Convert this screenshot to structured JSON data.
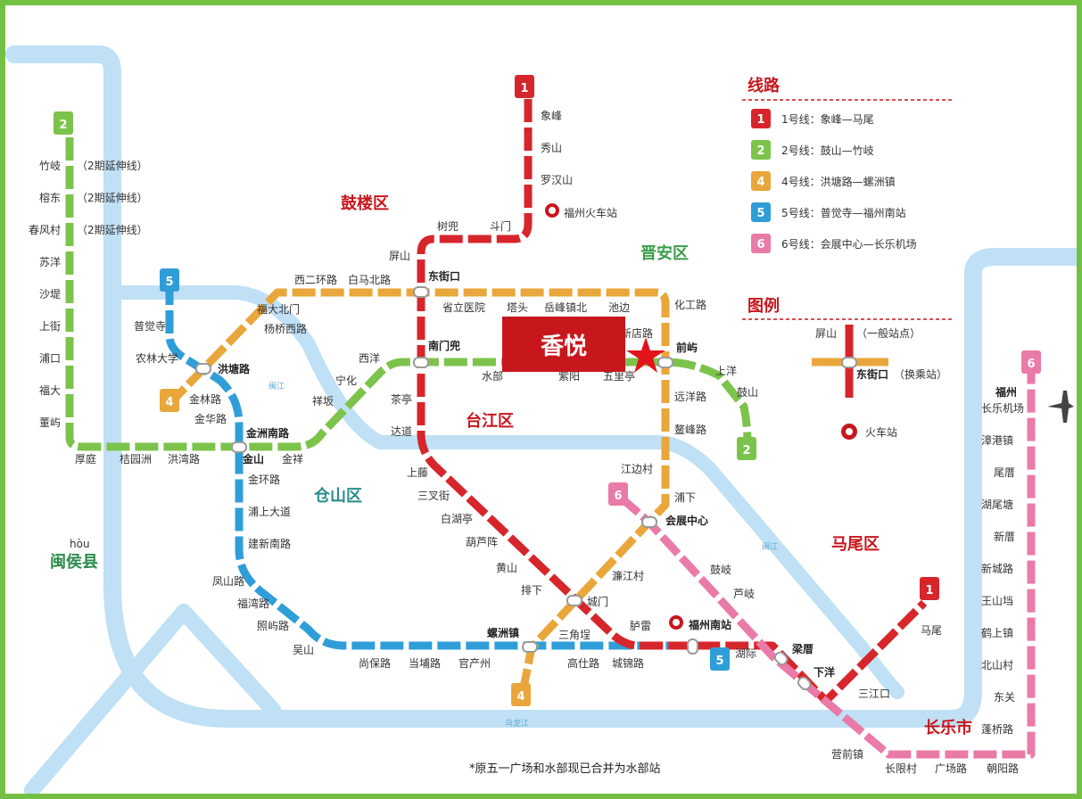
{
  "districts": {
    "gulou": "鼓楼区",
    "jinan": "晋安区",
    "taijiang": "台江区",
    "cangshan": "仓山区",
    "mawei": "马尾区",
    "minhou": "闽侯县",
    "minhou_pinyin": "hòu",
    "changle": "长乐市"
  },
  "rivers": {
    "minjiang": "闽江",
    "wulongjiang": "乌龙江"
  },
  "highlight": {
    "label": "香悦"
  },
  "note": "*原五一广场和水部现已合并为水部站",
  "legend": {
    "lines_title": "线路",
    "legend_title": "图例",
    "lines": [
      {
        "num": "1",
        "color": "#d7262b",
        "text": "1号线：象峰—马尾"
      },
      {
        "num": "2",
        "color": "#7cc34c",
        "text": "2号线：鼓山—竹岐"
      },
      {
        "num": "4",
        "color": "#e9a63a",
        "text": "4号线：洪塘路—螺洲镇"
      },
      {
        "num": "5",
        "color": "#2f9ed8",
        "text": "5号线：普觉寺—福州南站"
      },
      {
        "num": "6",
        "color": "#ea7aa8",
        "text": "6号线：会展中心—长乐机场"
      }
    ],
    "sample_normal": "屏山",
    "sample_normal_note": "（一般站点）",
    "sample_transfer": "东街口",
    "sample_transfer_note": "（换乘站）",
    "train_station": "火车站"
  },
  "line_badges": {
    "l1_top": "1",
    "l1_bottom": "1",
    "l2_top": "2",
    "l2_bottom": "2",
    "l4_left": "4",
    "l4_bottom": "4",
    "l5_top": "5",
    "l5_bottom": "5",
    "l6_top": "6",
    "l6_right": "6"
  },
  "stations": {
    "line1": [
      "象峰",
      "秀山",
      "罗汉山",
      "福州火车站",
      "斗门",
      "树兜",
      "屏山",
      "东街口",
      "南门兜",
      "茶亭",
      "达道",
      "上藤",
      "三叉街",
      "白湖亭",
      "葫芦阵",
      "黄山",
      "排下",
      "城门",
      "三角埕",
      "胪雷",
      "福州南站",
      "梁厝",
      "下洋",
      "三江口",
      "马尾"
    ],
    "line2": [
      "竹岐",
      "榕东",
      "春风村",
      "苏洋",
      "沙堤",
      "上街",
      "浦口",
      "福大",
      "董屿",
      "厚庭",
      "桔园洲",
      "洪湾路",
      "金山",
      "金祥",
      "祥坂",
      "宁化",
      "西洋",
      "水部",
      "紫阳",
      "五里亭",
      "前屿",
      "上洋",
      "鼓山"
    ],
    "line2_ext": "（2期延伸线）",
    "line4": [
      "洪塘路",
      "福大北门",
      "杨桥西路",
      "西二环路",
      "白马北路",
      "省立医院",
      "塔头",
      "岳峰镇北",
      "池边",
      "化工路",
      "远洋路",
      "鳌峰路",
      "江边村",
      "浦下",
      "会展中心",
      "濂江村",
      "螺洲镇"
    ],
    "line5": [
      "普觉寺",
      "农林大学",
      "金林路",
      "金华路",
      "金洲南路",
      "金环路",
      "浦上大道",
      "建新南路",
      "凤山路",
      "福湾路",
      "照屿路",
      "吴山",
      "尚保路",
      "当埔路",
      "官产州",
      "高仕路",
      "城锦路",
      "湖际"
    ],
    "line6": [
      "鼓岐",
      "芦岐",
      "营前镇",
      "长限村",
      "广场路",
      "朝阳路",
      "蓬桥路",
      "东关",
      "北山村",
      "鹤上镇",
      "王山垱",
      "新城路",
      "新厝",
      "湖尾塘",
      "尾厝",
      "漳港镇",
      "福州",
      "长乐机场"
    ],
    "line4_extra": "新店路"
  }
}
